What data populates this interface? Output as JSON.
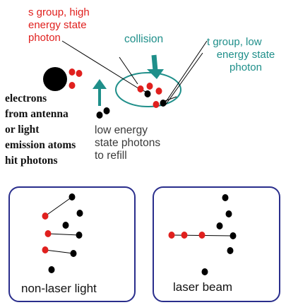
{
  "labels": {
    "s_group": [
      "s group, high",
      "energy state",
      "photon"
    ],
    "collision": "collision",
    "t_group": [
      "t group, low",
      "energy state",
      "photon"
    ],
    "electrons": [
      "electrons",
      "from antenna",
      "or light",
      "emission atoms",
      "hit photons"
    ],
    "low_energy": [
      "low energy",
      "state photons",
      "to refill"
    ]
  },
  "panels": {
    "left_label": "non-laser light",
    "right_label": "laser beam"
  },
  "colors": {
    "red": "#e0201e",
    "teal": "#1f8f8a",
    "panel_border": "#2a2e8c",
    "dot": "#000000"
  }
}
